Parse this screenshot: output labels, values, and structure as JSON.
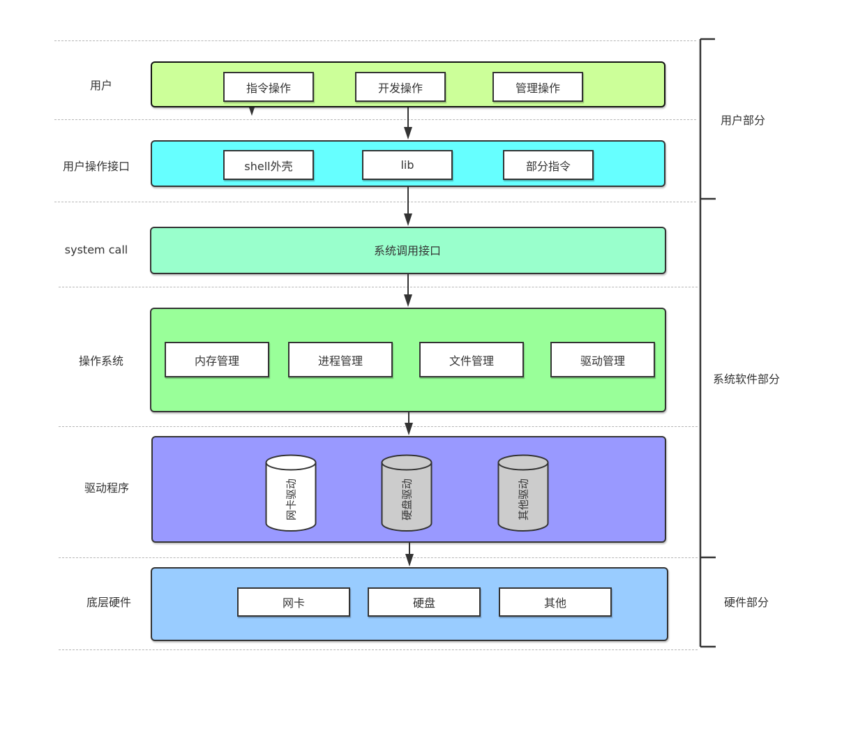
{
  "colors": {
    "user_layer": "#ccff99",
    "interface_layer": "#66ffff",
    "syscall_layer": "#99ffcc",
    "os_layer": "#99ff99",
    "driver_layer": "#9999ff",
    "hardware_layer": "#99ccff",
    "cylinder_white": "#ffffff",
    "cylinder_gray": "#cccccc",
    "stroke": "#333333"
  },
  "rows": [
    {
      "label": "用户",
      "items": [
        "指令操作",
        "开发操作",
        "管理操作"
      ]
    },
    {
      "label": "用户操作接口",
      "items": [
        "shell外壳",
        "lib",
        "部分指令"
      ]
    },
    {
      "label": "system call",
      "center_text": "系统调用接口"
    },
    {
      "label": "操作系统",
      "items": [
        "内存管理",
        "进程管理",
        "文件管理",
        "驱动管理"
      ]
    },
    {
      "label": "驱动程序",
      "cylinders": [
        {
          "label": "网卡驱动",
          "fill": "white"
        },
        {
          "label": "硬盘驱动",
          "fill": "gray"
        },
        {
          "label": "其他驱动",
          "fill": "gray"
        }
      ]
    },
    {
      "label": "底层硬件",
      "items": [
        "网卡",
        "硬盘",
        "其他"
      ]
    }
  ],
  "groups": [
    {
      "label": "用户部分"
    },
    {
      "label": "系统软件部分"
    },
    {
      "label": "硬件部分"
    }
  ]
}
